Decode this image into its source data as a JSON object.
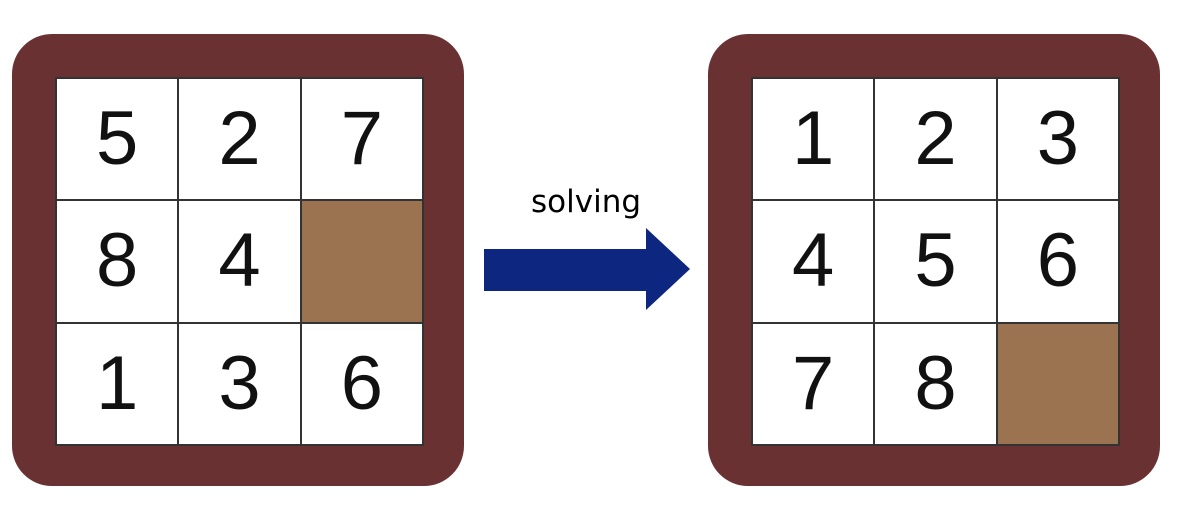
{
  "colors": {
    "frame": "#6a3133",
    "blank_tile": "#9b7350",
    "arrow": "#0d2680",
    "tile": "#ffffff"
  },
  "initial_board": {
    "tiles": [
      "5",
      "2",
      "7",
      "8",
      "4",
      "",
      "1",
      "3",
      "6"
    ]
  },
  "transition": {
    "label": "solving",
    "icon": "right-arrow-icon"
  },
  "goal_board": {
    "tiles": [
      "1",
      "2",
      "3",
      "4",
      "5",
      "6",
      "7",
      "8",
      ""
    ]
  }
}
